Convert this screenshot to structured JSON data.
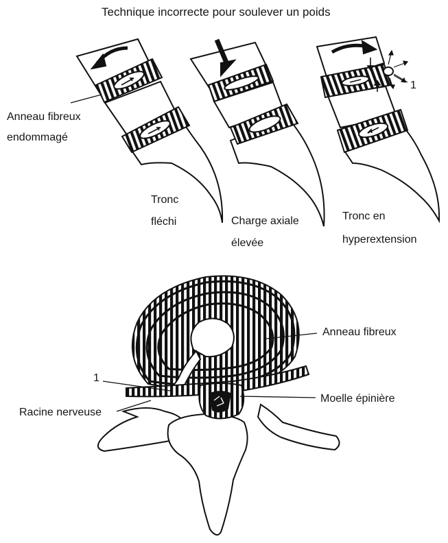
{
  "title": "Technique incorrecte pour soulever un poids",
  "panels": [
    {
      "caption_line1": "Tronc",
      "caption_line2": "fléchi"
    },
    {
      "caption_line1": "Charge axiale",
      "caption_line2": "élevée"
    },
    {
      "caption_line1": "Tronc en",
      "caption_line2": "hyperextension",
      "marker": "1"
    }
  ],
  "upper_labels": {
    "damaged_annulus_line1": "Anneau fibreux",
    "damaged_annulus_line2": "endommagé"
  },
  "cross_section": {
    "annulus": "Anneau fibreux",
    "marker": "1",
    "nerve_root": "Racine nerveuse",
    "spinal_cord": "Moelle épinière"
  }
}
